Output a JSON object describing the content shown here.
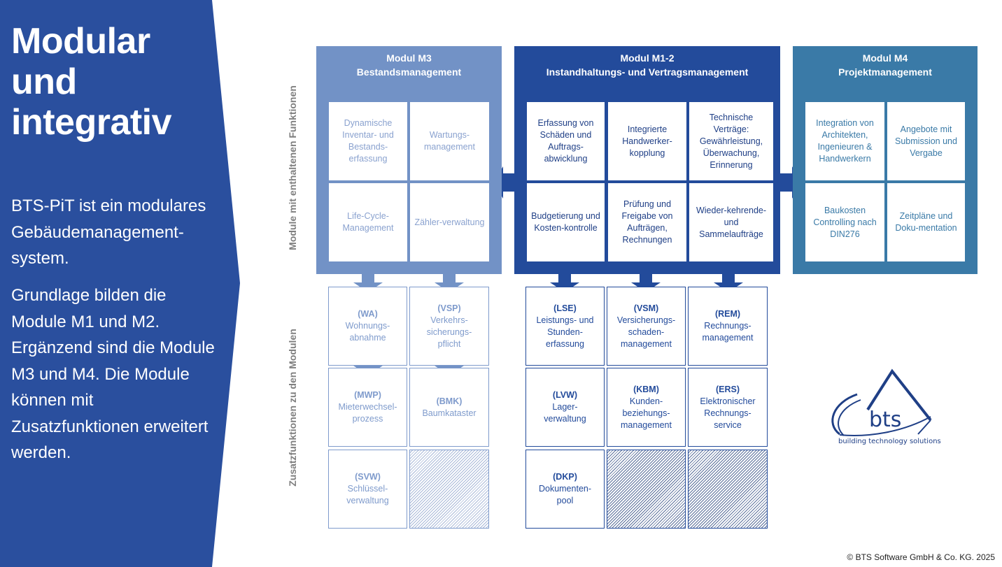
{
  "sidebar": {
    "title": "Modular und integrativ",
    "paragraph1": "BTS-PiT ist ein modulares Gebäudemanagement-system.",
    "paragraph2": "Grundlage bilden die Module M1 und M2. Ergänzend sind die Module M3 und M4. Die Module können mit Zusatzfunktionen erweitert werden.",
    "color": "#2a4f9e"
  },
  "labels": {
    "modules_vertical": "Module mit enthaltenen Funktionen",
    "addons_vertical": "Zusatzfunktionen zu den Modulen"
  },
  "modules": {
    "m3": {
      "title_line1": "Modul M3",
      "title_line2": "Bestandsmanagement",
      "color": "#7292c6",
      "cells": [
        "Dynamische Inventar- und Bestands-erfassung",
        "Wartungs-management",
        "Life-Cycle-Management",
        "Zähler-verwaltung"
      ]
    },
    "m12": {
      "title_line1": "Modul M1-2",
      "title_line2": "Instandhaltungs- und Vertragsmanagement",
      "color": "#234b9b",
      "cells": [
        "Erfassung von Schäden und Auftrags-abwicklung",
        "Integrierte Handwerker-kopplung",
        "Technische Verträge: Gewährleistung, Überwachung, Erinnerung",
        "Budgetierung und Kosten-kontrolle",
        "Prüfung und Freigabe von Aufträgen, Rechnungen",
        "Wieder-kehrende- und Sammelaufträge"
      ]
    },
    "m4": {
      "title_line1": "Modul M4",
      "title_line2": "Projektmanagement",
      "color": "#3a7aa7",
      "cells": [
        "Integration von Architekten, Ingenieuren & Handwerkern",
        "Angebote mit Submission und Vergabe",
        "Baukosten Controlling nach DIN276",
        "Zeitpläne und Doku-mentation"
      ]
    }
  },
  "addons": {
    "m3": [
      {
        "code": "(WA)",
        "name": "Wohnungs-abnahme"
      },
      {
        "code": "(VSP)",
        "name": "Verkehrs-sicherungs-pflicht"
      },
      {
        "code": "(MWP)",
        "name": "Mieterwechsel-prozess"
      },
      {
        "code": "(BMK)",
        "name": "Baumkataster"
      },
      {
        "code": "(SVW)",
        "name": "Schlüssel-verwaltung"
      }
    ],
    "m12": [
      {
        "code": "(LSE)",
        "name": "Leistungs- und Stunden-erfassung"
      },
      {
        "code": "(VSM)",
        "name": "Versicherungs-schaden-management"
      },
      {
        "code": "(REM)",
        "name": "Rechnungs-management"
      },
      {
        "code": "(LVW)",
        "name": "Lager-verwaltung"
      },
      {
        "code": "(KBM)",
        "name": "Kunden-beziehungs-management"
      },
      {
        "code": "(ERS)",
        "name": "Elektronischer Rechnungs-service"
      },
      {
        "code": "(DKP)",
        "name": "Dokumenten-pool"
      }
    ]
  },
  "logo": {
    "name": "bts",
    "tagline": "building technology solutions"
  },
  "footer": {
    "copyright": "© BTS Software GmbH & Co. KG. 2025"
  }
}
